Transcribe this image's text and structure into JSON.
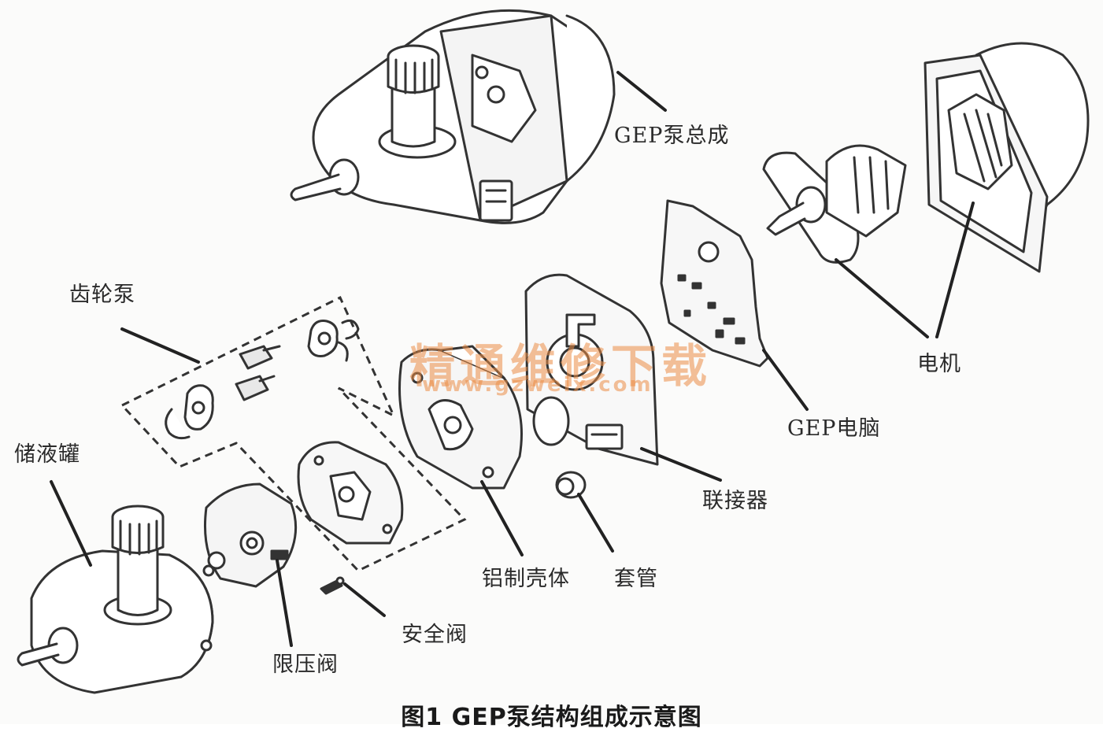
{
  "labels": {
    "gep_pump_assembly": "GEP泵总成",
    "gear_pump": "齿轮泵",
    "motor": "电机",
    "gep_ecu": "GEP电脑",
    "connector": "联接器",
    "reservoir": "储液罐",
    "aluminum_housing": "铝制壳体",
    "sleeve": "套管",
    "safety_valve": "安全阀",
    "pressure_limit_valve": "限压阀"
  },
  "caption": "图1 GEP泵结构组成示意图",
  "watermark": {
    "text": "精通维修下载",
    "url": "www.gzweix.com"
  }
}
